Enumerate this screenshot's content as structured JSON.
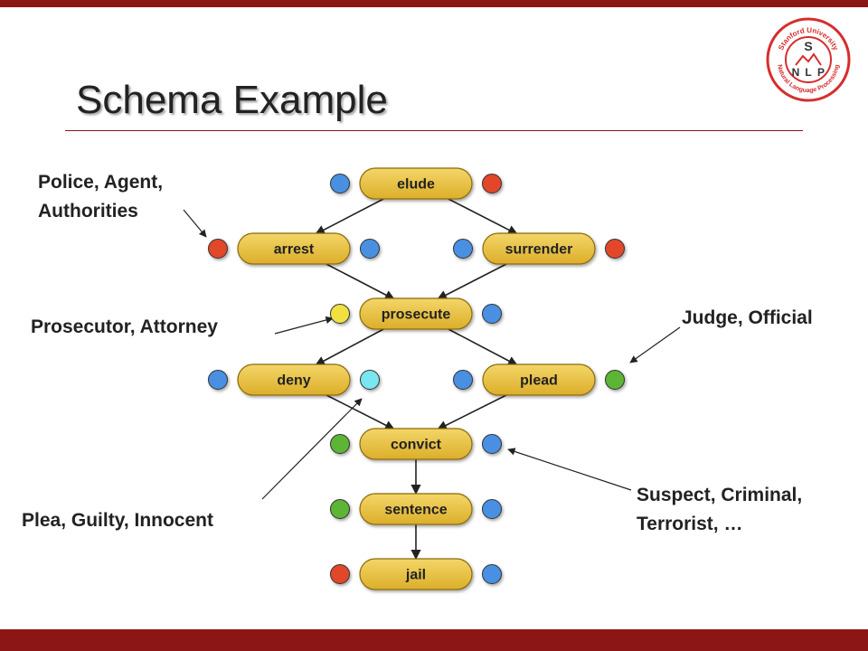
{
  "slide": {
    "title": "Schema Example"
  },
  "logo": {
    "text_top": "Stanford University",
    "text_bottom": "Natural Language Processing",
    "letters": [
      "S",
      "N",
      "L",
      "P"
    ],
    "color": "#d62d2d"
  },
  "nodes": [
    {
      "id": "elude",
      "label": "elude",
      "left_dot": "blue",
      "right_dot": "red"
    },
    {
      "id": "arrest",
      "label": "arrest",
      "left_dot": "red",
      "right_dot": "blue"
    },
    {
      "id": "surrender",
      "label": "surrender",
      "left_dot": "blue",
      "right_dot": "red"
    },
    {
      "id": "prosecute",
      "label": "prosecute",
      "left_dot": "yellow",
      "right_dot": "blue"
    },
    {
      "id": "deny",
      "label": "deny",
      "left_dot": "blue",
      "right_dot": "cyan"
    },
    {
      "id": "plead",
      "label": "plead",
      "left_dot": "blue",
      "right_dot": "green"
    },
    {
      "id": "convict",
      "label": "convict",
      "left_dot": "green",
      "right_dot": "blue"
    },
    {
      "id": "sentence",
      "label": "sentence",
      "left_dot": "green",
      "right_dot": "blue"
    },
    {
      "id": "jail",
      "label": "jail",
      "left_dot": "red",
      "right_dot": "blue"
    }
  ],
  "edges": [
    [
      "elude",
      "arrest"
    ],
    [
      "elude",
      "surrender"
    ],
    [
      "arrest",
      "prosecute"
    ],
    [
      "surrender",
      "prosecute"
    ],
    [
      "prosecute",
      "deny"
    ],
    [
      "prosecute",
      "plead"
    ],
    [
      "deny",
      "convict"
    ],
    [
      "plead",
      "convict"
    ],
    [
      "convict",
      "sentence"
    ],
    [
      "sentence",
      "jail"
    ]
  ],
  "annotations": {
    "police": [
      "Police, Agent,",
      "Authorities"
    ],
    "prosecutor": [
      "Prosecutor, Attorney"
    ],
    "judge": [
      "Judge, Official"
    ],
    "plea": [
      "Plea, Guilty, Innocent"
    ],
    "suspect": [
      "Suspect, Criminal,",
      "Terrorist, …"
    ]
  },
  "colors": {
    "accent": "#8c1515",
    "node_fill": "#e8c040",
    "node_stroke": "#8a6a10",
    "red": "#e2462a",
    "blue": "#4a90e2",
    "yellow": "#f0e040",
    "cyan": "#7ae6f0",
    "green": "#5bb534"
  }
}
